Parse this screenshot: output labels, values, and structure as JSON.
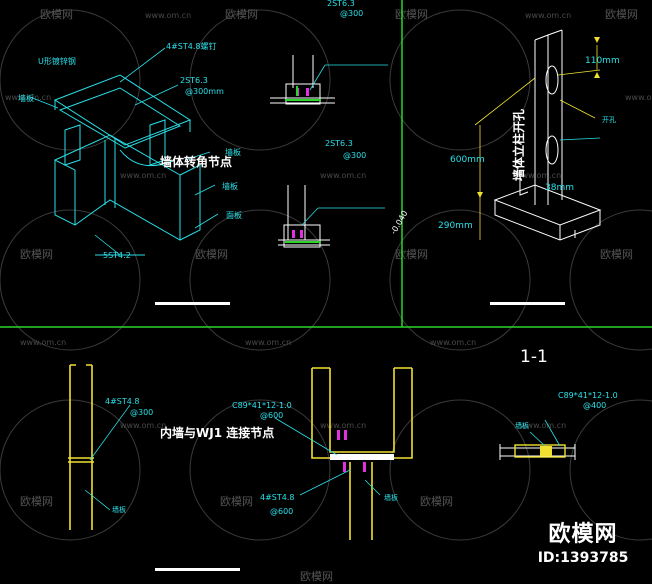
{
  "quadrant_tl": {
    "title": "墙体转角节点",
    "labels": {
      "u_channel": "U形镀锌钢",
      "screw_top": "4#ST4.8螺钉",
      "screw_mid": "2ST6.3",
      "screw_mid_note": "@300mm",
      "screw_bottom": "5ST4.2",
      "side_left": "墙板",
      "side_a": "墙板",
      "side_b": "墙板",
      "side_c": "面板"
    }
  },
  "quadrant_tc": {
    "screw_top": "2ST6.3",
    "screw_top_note": "@300",
    "screw_mid": "2ST6.3",
    "screw_mid_note": "@300",
    "elevation": "-0.040"
  },
  "quadrant_tr": {
    "title": "墙体立柱开孔",
    "dims": {
      "d110": "110mm",
      "d600": "600mm",
      "d290": "290mm",
      "d38": "38mm"
    },
    "label_hole": "开孔"
  },
  "quadrant_bl": {
    "title": "内墙与WJ1 连接节点",
    "screw": "4#ST4.8",
    "screw_note": "@300",
    "label_side": "墙板"
  },
  "quadrant_bc": {
    "section": "C89*41*12-1.0",
    "section_note": "@600",
    "screw": "4#ST4.8",
    "screw_note": "@600",
    "label_side": "墙板"
  },
  "quadrant_br": {
    "section_title": "1-1",
    "section": "C89*41*12-1.0",
    "section_note": "@400",
    "label": "墙板"
  },
  "watermark": {
    "brand": "欧模网",
    "id": "ID:1393785",
    "tile_text": "欧模网",
    "tile_url": "www.om.cn"
  },
  "colors": {
    "background": "#000000",
    "divider": "#2bd42b",
    "cyan": "#29e0e8",
    "yellow": "#f0e030",
    "magenta": "#e030e0",
    "white": "#ffffff"
  }
}
